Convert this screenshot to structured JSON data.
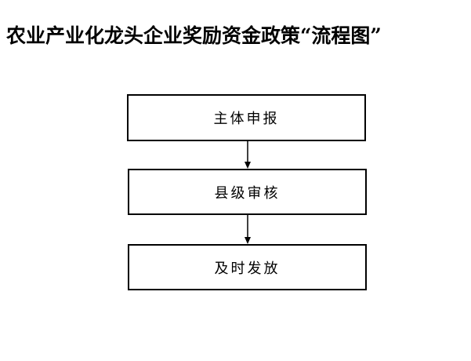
{
  "title": "农业产业化龙头企业奖励资金政策“流程图”",
  "flowchart": {
    "steps": [
      {
        "label": "主体申报"
      },
      {
        "label": "县级审核"
      },
      {
        "label": "及时发放"
      }
    ]
  }
}
